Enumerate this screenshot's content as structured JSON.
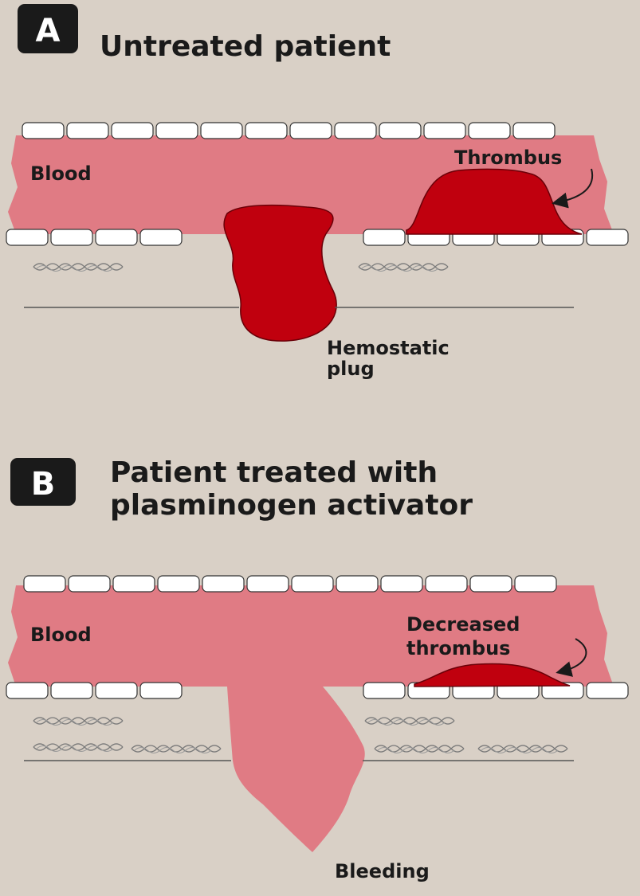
{
  "panel_a": {
    "badge": "A",
    "title": "Untreated patient",
    "blood_label": "Blood",
    "thrombus_label": "Thrombus",
    "plug_label_line1": "Hemostatic",
    "plug_label_line2": "plug"
  },
  "panel_b": {
    "badge": "B",
    "title_line1": "Patient treated with",
    "title_line2": "plasminogen activator",
    "blood_label": "Blood",
    "thrombus_label_line1": "Decreased",
    "thrombus_label_line2": "thrombus",
    "bleeding_label": "Bleeding"
  },
  "colors": {
    "background": "#d9d0c6",
    "blood": "#e07b84",
    "clot": "#c0000e",
    "endothelial_cell": "#ffffff",
    "badge": "#1a1a1a"
  }
}
